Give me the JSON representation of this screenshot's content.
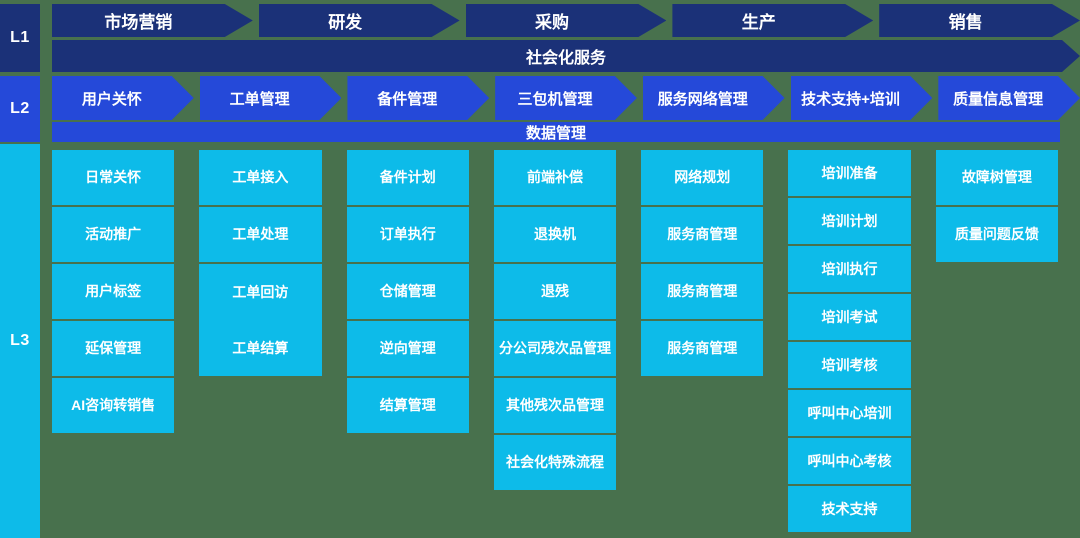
{
  "levels": [
    "L1",
    "L2",
    "L3"
  ],
  "l1": {
    "stages": [
      "市场营销",
      "研发",
      "采购",
      "生产",
      "销售"
    ],
    "banner": "社会化服务"
  },
  "l2": {
    "stages": [
      "用户关怀",
      "工单管理",
      "备件管理",
      "三包机管理",
      "服务网络管理",
      "技术支持+培训",
      "质量信息管理"
    ],
    "banner": "数据管理"
  },
  "l3": {
    "columns": [
      {
        "cells": [
          "日常关怀",
          "活动推广",
          "用户标签",
          "延保管理",
          "AI咨询转销售"
        ]
      },
      {
        "cells": [
          "工单接入",
          "工单处理",
          {
            "labels": [
              "工单回访",
              "工单结算"
            ]
          }
        ]
      },
      {
        "cells": [
          "备件计划",
          "订单执行",
          "仓储管理",
          "逆向管理",
          "结算管理"
        ]
      },
      {
        "cells": [
          "前端补偿",
          "退换机",
          "退残",
          "分公司残次品管理",
          "其他残次品管理",
          "社会化特殊流程"
        ]
      },
      {
        "cells": [
          "网络规划",
          "服务商管理",
          "服务商管理",
          "服务商管理"
        ]
      },
      {
        "cells": [
          "培训准备",
          "培训计划",
          "培训执行",
          "培训考试",
          "培训考核",
          "呼叫中心培训",
          "呼叫中心考核",
          "技术支持"
        ]
      },
      {
        "cells": [
          "故障树管理",
          "质量问题反馈"
        ]
      }
    ]
  },
  "colors": {
    "navy": "#1B3178",
    "blue": "#2549D9",
    "cyan": "#0DBBE9",
    "background": "#48714D",
    "text": "#FFFFFF"
  }
}
